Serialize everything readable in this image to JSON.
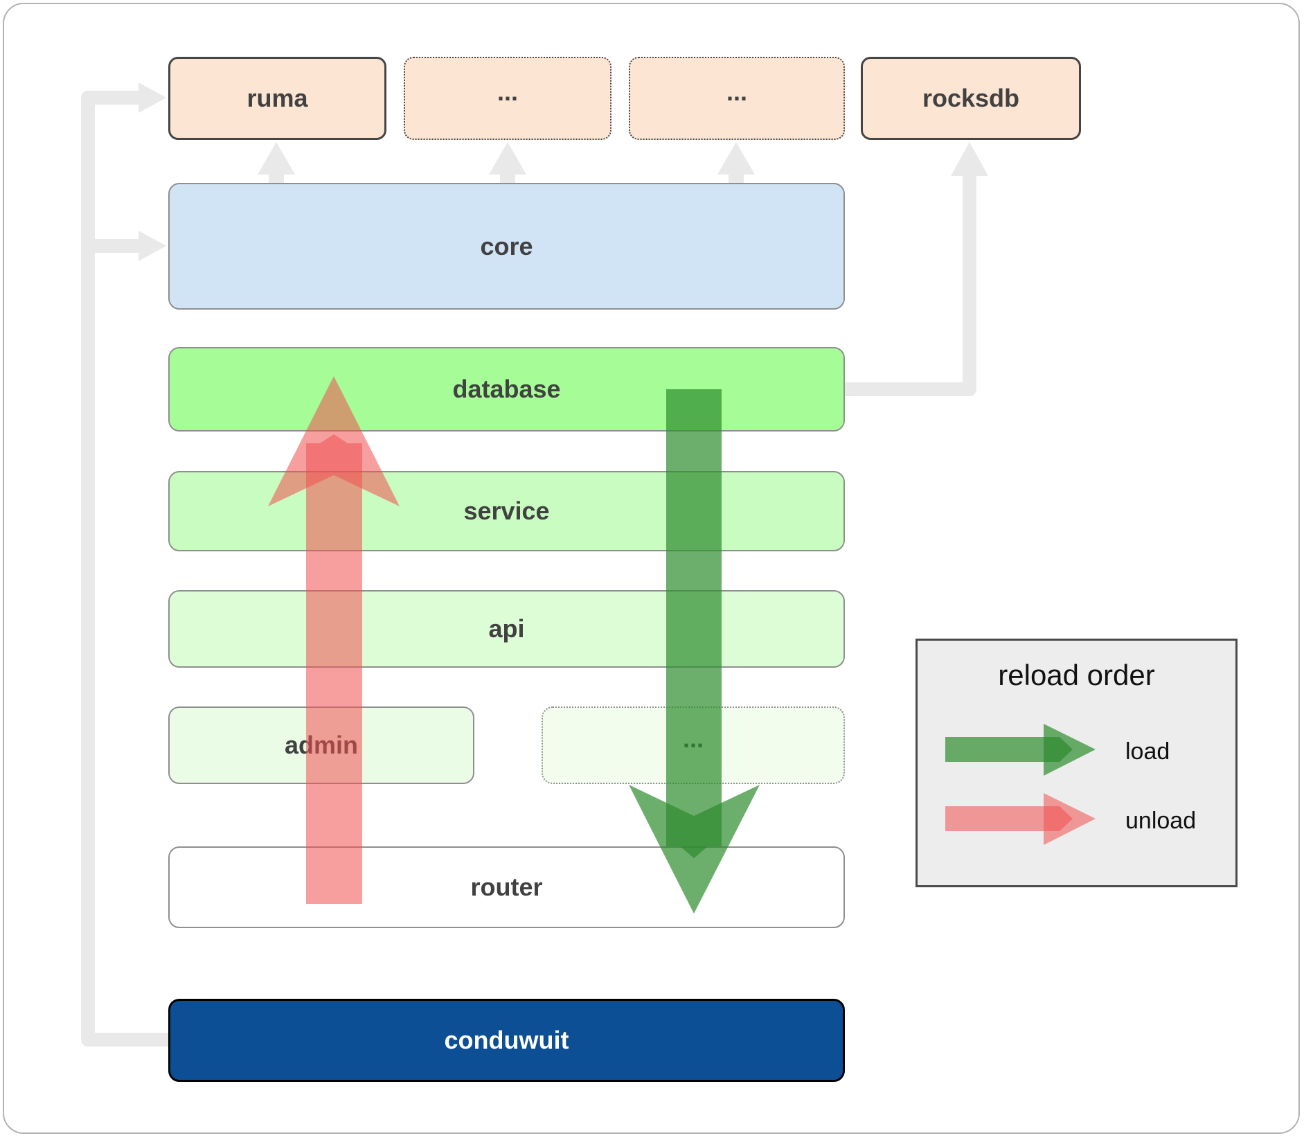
{
  "boxes": {
    "ruma": "ruma",
    "ellipsis_1": "...",
    "ellipsis_2": "...",
    "rocksdb": "rocksdb",
    "core": "core",
    "database": "database",
    "service": "service",
    "api": "api",
    "admin": "admin",
    "admin_ellipsis": "...",
    "router": "router",
    "conduwuit": "conduwuit"
  },
  "legend": {
    "title": "reload order",
    "load_label": "load",
    "unload_label": "unload"
  },
  "colors": {
    "frame_border": "#b3b3b3",
    "connector": "#e9e9e9",
    "load_arrow": "#2e8b2e",
    "unload_arrow": "#f05050",
    "ruma_fill": "#fce5d2",
    "core_fill": "#d1e4f6",
    "database_fill": "#a6fd98",
    "service_fill": "#c9fcc0",
    "api_fill": "#ddfdd6",
    "admin_fill": "#ebfce6",
    "admin_ellipsis_fill": "#f2fdee",
    "router_fill": "#ffffff",
    "conduwuit_fill": "#0d4f94",
    "conduwuit_text": "#ffffff",
    "label_text": "#414141",
    "legend_bg": "#ededed",
    "legend_text": "#111111",
    "box_border_dark": "#454545",
    "box_border_gray": "#8f8f8f"
  }
}
